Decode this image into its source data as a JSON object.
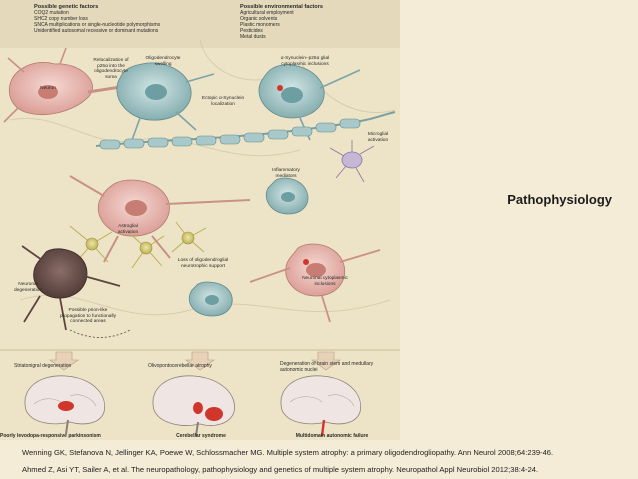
{
  "slide_title": "Pathophysiology",
  "colors": {
    "background": "#f4ecd6",
    "figure_background": "#ede3c6",
    "neuron": "#e9bdb6",
    "oligodendrocyte": "#a9c8c9",
    "glia": "#d9cf7a",
    "lesion": "#d0362b"
  },
  "genetic_factors": {
    "heading": "Possible genetic factors",
    "items": [
      "COQ2 mutation",
      "SHC2 copy number loss",
      "SNCA multiplications or single-nucleotide polymorphisms",
      "Unidentified autosomal recessive or dominant mutations"
    ]
  },
  "environmental_factors": {
    "heading": "Possible environmental factors",
    "items": [
      "Agricultural employment",
      "Organic solvents",
      "Plastic monomers",
      "Pesticides",
      "Metal dusts"
    ]
  },
  "labels": {
    "neuron": "Neuron",
    "relocalization": "Relocalization of p25α into the oligodendrocyte soma",
    "oligo_swelling": "Oligodendrocyte swelling",
    "ectopic": "Ectopic α-Synuclein localization",
    "gci": "α-Synuclein–p25α glial cytoplasmic inclusions",
    "microglial": "Microglial activation",
    "inflammatory": "Inflammatory mediators",
    "astroglial": "Astroglial activation",
    "loss_support": "Loss of oligodendroglial neurotrophic support",
    "neuronal_degeneration": "Neuronal degeneration",
    "neuronal_inclusions": "Neuronal cytoplasmic inclusions",
    "prion": "Possible prion-like propagation to functionally connected areas"
  },
  "outcomes": [
    {
      "region": "Striatonigral degeneration",
      "syndrome": "Poorly levodopa-responsive parkinsonism"
    },
    {
      "region": "Olivopontocerebellar atrophy",
      "syndrome": "Cerebellar syndrome"
    },
    {
      "region": "Degeneration of brain stem and medullary autonomic nuclei",
      "syndrome": "Multidomain autonomic failure"
    }
  ],
  "references": [
    "Wenning GK, Stefanova N, Jellinger KA, Poewe W, Schlossmacher MG. Multiple system atrophy: a primary oligodendrogliopathy. Ann Neurol 2008;64:239-46.",
    "Ahmed Z, Asi YT, Sailer A, et al. The neuropathology, pathophysiology and genetics of multiple system atrophy. Neuropathol Appl Neurobiol 2012;38:4-24."
  ]
}
